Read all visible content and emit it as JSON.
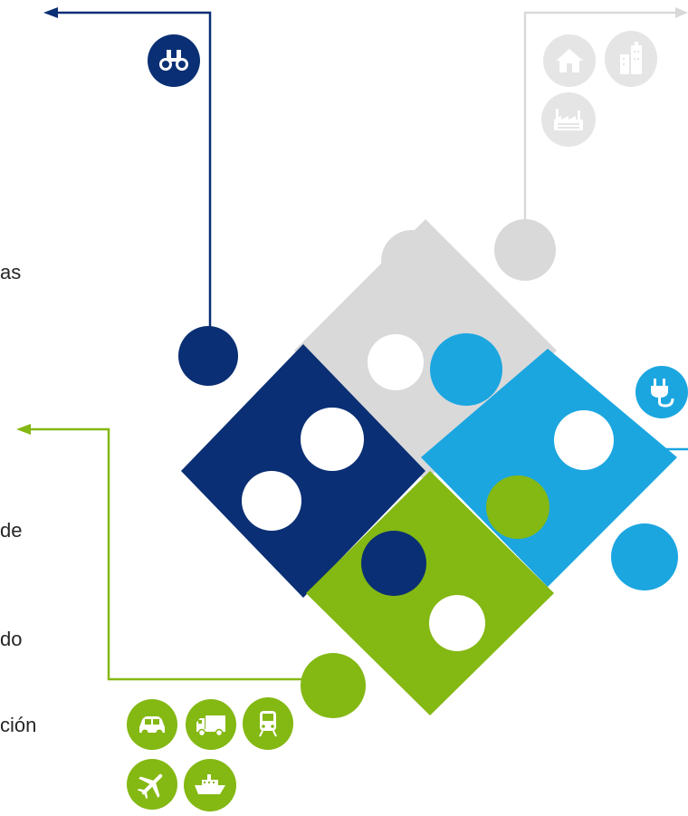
{
  "colors": {
    "navy": "#0a2f74",
    "gray": "#d9d9d9",
    "blue": "#1ba6e0",
    "green": "#84b813",
    "icon_gray": "#e5e5e5"
  },
  "text_fragments": [
    {
      "id": "frag-1",
      "text": "as"
    },
    {
      "id": "frag-2",
      "text": "de"
    },
    {
      "id": "frag-3",
      "text": "do"
    },
    {
      "id": "frag-4",
      "text": "ción"
    }
  ],
  "icons": {
    "navy_group": [
      "binoculars-icon"
    ],
    "gray_group": [
      "house-icon",
      "skyscraper-icon",
      "factory-icon"
    ],
    "blue_group": [
      "power-plug-icon"
    ],
    "green_group": [
      "car-icon",
      "truck-icon",
      "train-icon",
      "airplane-icon",
      "ship-icon"
    ]
  }
}
